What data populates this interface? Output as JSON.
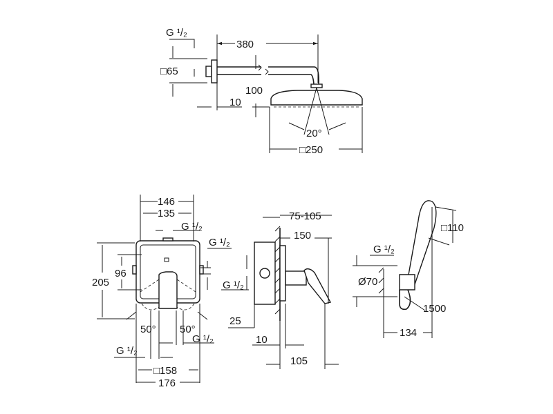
{
  "drawing": {
    "shower_head_view": {
      "thread": "G ¹/₂",
      "arm_length": "380",
      "flange_square": "□65",
      "drop": "100",
      "flange_depth": "10",
      "spray_angle": "20°",
      "head_square": "□250"
    },
    "mixer_front_view": {
      "width_outer": "146",
      "width_inner": "135",
      "thread_top": "G ¹/₂",
      "thread_right": "G ¹/₂",
      "height": "205",
      "inner_height": "96",
      "angle_left": "50°",
      "angle_right": "50°",
      "thread_bottom_right": "G ¹/₂",
      "thread_bottom_left": "G ¹/₂",
      "plate_square": "□158",
      "overall_width": "176"
    },
    "mixer_side_view": {
      "wall_depth": "75-105",
      "projection": "150",
      "thread": "G ¹/₂",
      "body_offset": "25",
      "plate_depth": "10",
      "lever_projection": "105"
    },
    "hand_shower_view": {
      "head_square": "□110",
      "thread": "G ¹/₂",
      "outlet_diameter": "Ø70",
      "hose_length": "1500",
      "holder_projection": "134"
    }
  }
}
